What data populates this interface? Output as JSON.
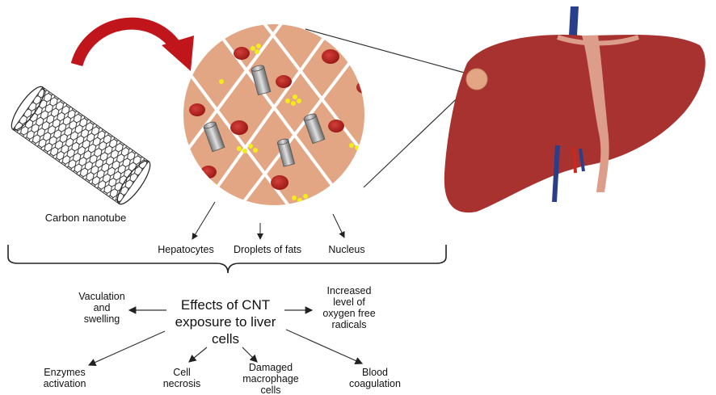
{
  "labels": {
    "nanotube": "Carbon nanotube",
    "hepatocytes": "Hepatocytes",
    "droplets": "Droplets of fats",
    "nucleus": "Nucleus"
  },
  "center": {
    "line1": "Effects of CNT",
    "line2": "exposure to liver",
    "line3": "cells"
  },
  "effects": {
    "vacuolation": [
      "Vaculation",
      "and",
      "swelling"
    ],
    "oxygen": [
      "Increased",
      "level of",
      "oxygen free",
      "radicals"
    ],
    "enzymes": [
      "Enzymes",
      "activation"
    ],
    "necrosis": [
      "Cell",
      "necrosis"
    ],
    "macrophage": [
      "Damaged",
      "macrophage",
      "cells"
    ],
    "blood": [
      "Blood",
      "coagulation"
    ]
  },
  "colors": {
    "arc_arrow": "#c0161b",
    "liver": "#a8322f",
    "liver_dark": "#8e2623",
    "gallbladder_band": "#dc9d8a",
    "circle_tissue": "#e2a684",
    "nucleus": "#b5221f",
    "fat_droplet": "#f4ec1a",
    "vein": "#2a3f8a",
    "artery": "#c8281f"
  },
  "icons": [
    "curved-arrow-icon",
    "carbon-nanotube-icon",
    "liver-icon",
    "magnified-cell-icon"
  ]
}
